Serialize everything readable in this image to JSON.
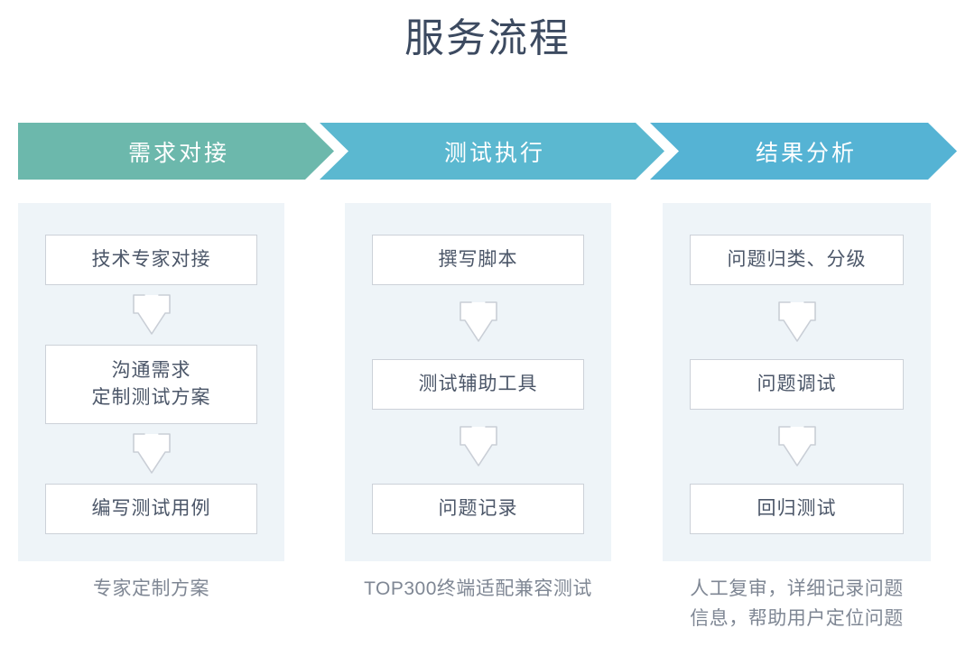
{
  "page": {
    "title": "服务流程",
    "background_color": "#ffffff",
    "title_color": "#3c4a60"
  },
  "stages": [
    {
      "header_label": "需求对接",
      "header_color": "#6cb8ac",
      "panel_color": "#eef4f8",
      "steps": [
        {
          "lines": [
            "技术专家对接"
          ]
        },
        {
          "lines": [
            "沟通需求",
            "定制测试方案"
          ]
        },
        {
          "lines": [
            "编写测试用例"
          ]
        }
      ],
      "caption_lines": [
        "专家定制方案"
      ]
    },
    {
      "header_label": "测试执行",
      "header_color": "#5bb8d0",
      "panel_color": "#eef4f8",
      "steps": [
        {
          "lines": [
            "撰写脚本"
          ]
        },
        {
          "lines": [
            "测试辅助工具"
          ]
        },
        {
          "lines": [
            "问题记录"
          ]
        }
      ],
      "caption_lines": [
        "TOP300终端适配兼容测试"
      ]
    },
    {
      "header_label": "结果分析",
      "header_color": "#55b3d4",
      "panel_color": "#eef4f8",
      "steps": [
        {
          "lines": [
            "问题归类、分级"
          ]
        },
        {
          "lines": [
            "问题调试"
          ]
        },
        {
          "lines": [
            "回归测试"
          ]
        }
      ],
      "caption_lines": [
        "人工复审，详细记录问题",
        "信息，帮助用户定位问题"
      ]
    }
  ],
  "icons": {
    "arrow_down": "arrow-down-outline-icon",
    "chevron_right": "chevron-right-icon"
  },
  "colors": {
    "node_border": "#ccd1d8",
    "node_fill": "#ffffff",
    "node_text": "#4b5668",
    "caption_text": "#7f8794",
    "arrow_stroke": "#c9ced6"
  }
}
